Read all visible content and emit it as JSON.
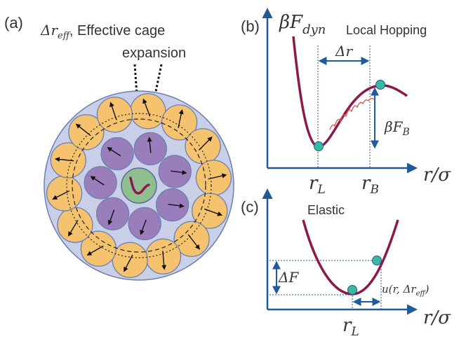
{
  "colors": {
    "cage_background": "#c9cfe6",
    "outer_particle": "#f5c36e",
    "inner_particle": "#9a7dbb",
    "center_particle": "#8fbf8f",
    "curve": "#8b1a4a",
    "hop_curve": "#e05050",
    "axis": "#1f5a9a",
    "marker": "#3ab8a0",
    "text": "#333333"
  },
  "panel_a": {
    "label": "(a)",
    "delta_symbol": "Δr",
    "delta_subscript": "eff",
    "title_line1": ", Effective cage",
    "title_line2": "expansion"
  },
  "panel_b": {
    "label": "(b)",
    "y_symbol": "βF",
    "y_subscript": "dyn",
    "title": "Local Hopping",
    "delta_r": "Δr",
    "barrier_symbol": "βF",
    "barrier_subscript": "B",
    "tick_rl": "r",
    "tick_rl_sub": "L",
    "tick_rb": "r",
    "tick_rb_sub": "B",
    "x_label": "r/σ"
  },
  "panel_c": {
    "label": "(c)",
    "title": "Elastic",
    "delta_f": "ΔF",
    "displacement_pre": "u(r, Δr",
    "displacement_sub": "eff",
    "displacement_post": ")",
    "tick_rl": "r",
    "tick_rl_sub": "L",
    "x_label": "r/σ"
  }
}
